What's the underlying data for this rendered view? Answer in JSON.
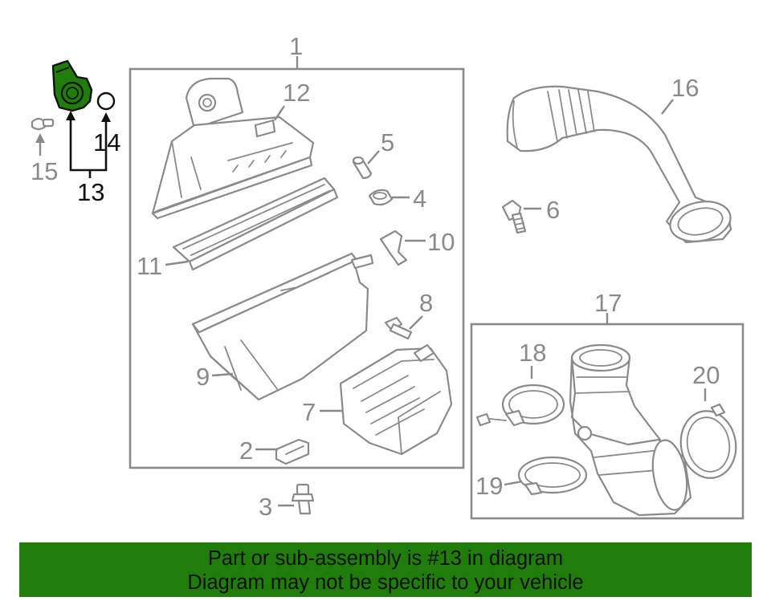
{
  "callouts": {
    "c1": "1",
    "c2": "2",
    "c3": "3",
    "c4": "4",
    "c5": "5",
    "c6": "6",
    "c7": "7",
    "c8": "8",
    "c9": "9",
    "c10": "10",
    "c11": "11",
    "c12": "12",
    "c13": "13",
    "c14": "14",
    "c15": "15",
    "c16": "16",
    "c17": "17",
    "c18": "18",
    "c19": "19",
    "c20": "20"
  },
  "banner": {
    "line1": "Part or sub-assembly is #13 in diagram",
    "line2": "Diagram may not be specific to your vehicle"
  },
  "colors": {
    "highlight_part": "#207d0c",
    "banner_background": "#207d0c",
    "line_art": "#8a8a8a",
    "highlight_text": "#111111"
  }
}
